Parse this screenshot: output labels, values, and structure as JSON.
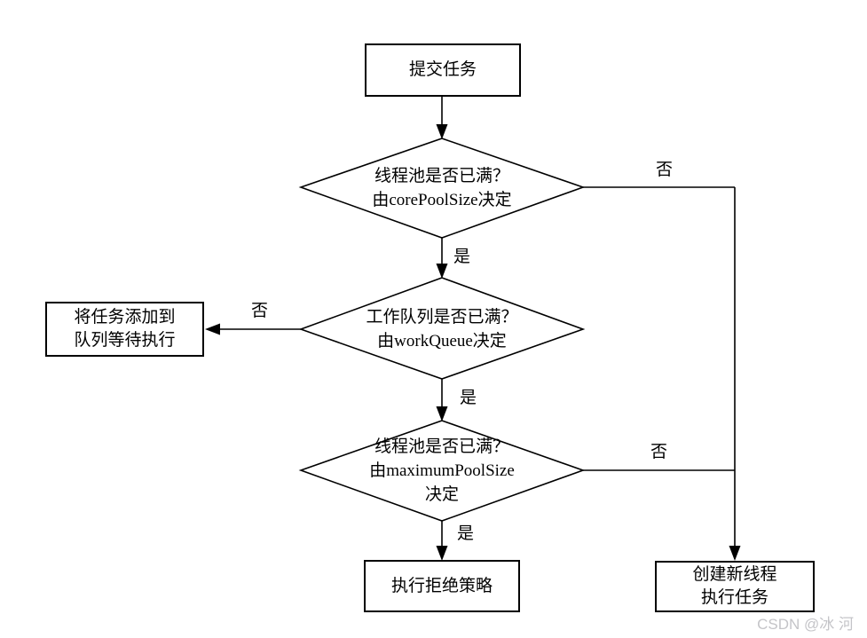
{
  "colors": {
    "line": "#000000",
    "background": "#ffffff",
    "text": "#000000",
    "watermark": "#c4c4c8"
  },
  "nodes": {
    "start": {
      "label": "提交任务"
    },
    "decision_core": {
      "label": "线程池是否已满？\n由corePoolSize决定"
    },
    "decision_queue": {
      "label": "工作队列是否已满？\n由workQueue决定"
    },
    "decision_max": {
      "label": "线程池是否已满？\n由maximumPoolSize\n决定"
    },
    "add_to_queue": {
      "label": "将任务添加到\n队列等待执行"
    },
    "reject": {
      "label": "执行拒绝策略"
    },
    "create_thread": {
      "label": "创建新线程\n执行任务"
    }
  },
  "edge_labels": {
    "yes_core": "是",
    "yes_queue": "是",
    "yes_max": "是",
    "no_core": "否",
    "no_queue": "否",
    "no_max": "否"
  },
  "watermark": "CSDN @冰 河"
}
